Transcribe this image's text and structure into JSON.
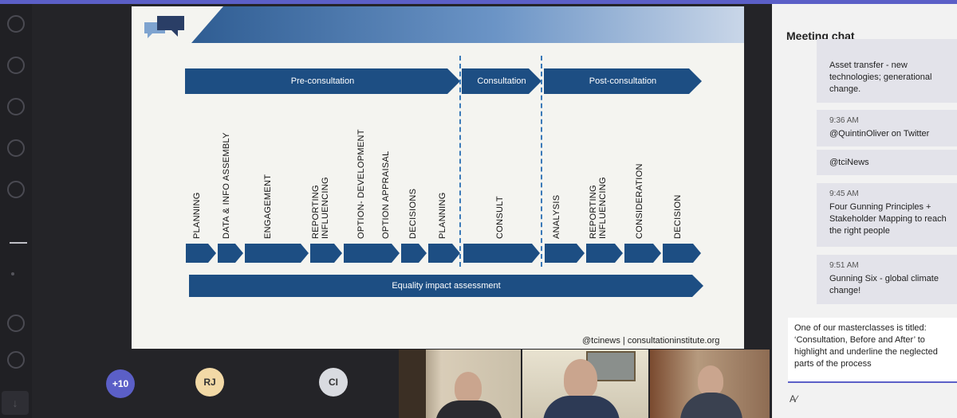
{
  "slide": {
    "phases": {
      "pre": "Pre-consultation",
      "consult": "Consultation",
      "post": "Post-consultation"
    },
    "stages": [
      "PLANNING",
      "DATA & INFO ASSEMBLY",
      "ENGAGEMENT",
      "REPORTING INFLUENCING",
      "OPTION- DEVELOPMENT",
      "OPTION APPRAISAL",
      "DECISIONS",
      "PLANNING",
      "CONSULT",
      "ANALYSIS",
      "REPORTING INFLUENCING",
      "CONSIDERATION",
      "DECISION"
    ],
    "equality_bar": "Equality impact assessment",
    "footer": "@tcinews | consultationinstitute.org"
  },
  "participants": {
    "more": "+10",
    "rj": "RJ",
    "ci": "CI"
  },
  "chat": {
    "title": "Meeting chat",
    "messages": [
      {
        "time": "",
        "text": "Asset transfer - new technologies; generational change."
      },
      {
        "time": "9:36 AM",
        "text": "@QuintinOliver on Twitter"
      },
      {
        "time": "",
        "text": "@tciNews"
      },
      {
        "time": "9:45 AM",
        "text": "Four Gunning Principles + Stakeholder Mapping to reach the right people"
      },
      {
        "time": "9:51 AM",
        "text": "Gunning Six - global climate change!"
      }
    ],
    "draft": "One of our masterclasses is titled: ‘Consultation, Before and After’ to highlight and underline the neglected parts of the process",
    "format_icon": "A∕"
  },
  "colors": {
    "accent": "#5b5fc7",
    "slide_blue": "#1d4e83",
    "divider_blue": "#3a79b8"
  }
}
